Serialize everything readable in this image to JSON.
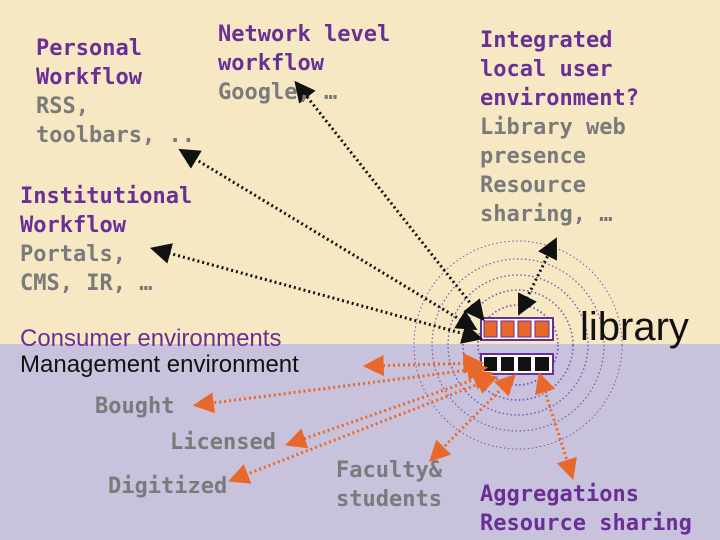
{
  "personal": {
    "title_lines": [
      "Personal",
      "Workflow"
    ],
    "sub_lines": [
      "RSS,",
      "toolbars, .."
    ]
  },
  "network": {
    "title_lines": [
      "Network level",
      "workflow"
    ],
    "sub_lines": [
      "Google, …"
    ]
  },
  "integrated": {
    "title_lines": [
      "Integrated",
      "local user",
      "environment?"
    ],
    "sub_lines": [
      "Library web",
      "presence",
      "Resource",
      "sharing, …"
    ]
  },
  "institutional": {
    "title_lines": [
      "Institutional",
      "Workflow"
    ],
    "sub_lines": [
      "Portals,",
      "CMS, IR, …"
    ]
  },
  "environments": {
    "consumer": "Consumer environments",
    "management": "Management environment"
  },
  "bottom": {
    "bought": "Bought",
    "licensed": "Licensed",
    "digitized": "Digitized",
    "faculty_lines": [
      "Faculty&",
      "students"
    ]
  },
  "aggregations_lines": [
    "Aggregations",
    "Resource sharing"
  ],
  "library_label": "library",
  "colors": {
    "top_background": "#f7e8c4",
    "bottom_background": "#c9c2dc",
    "purple": "#6a2f96",
    "orange": "#e8672a",
    "grey": "#7a7a7a",
    "black": "#111111"
  }
}
